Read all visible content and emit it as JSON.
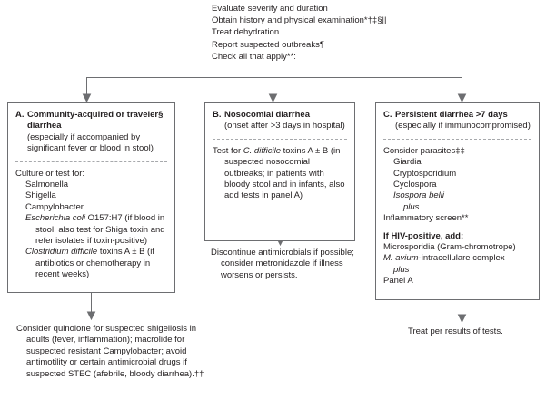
{
  "header": {
    "lines": [
      "Evaluate severity and duration",
      "Obtain history and physical examination*†‡§||",
      "Treat dehydration",
      "Report suspected outbreaks¶",
      "Check all that apply**:"
    ]
  },
  "panels": {
    "a": {
      "letter": "A.",
      "title": "Community-acquired or traveler§ diarrhea",
      "subtitle": "(especially if accompanied by significant fever or blood in stool)",
      "intro": "Culture or test for:",
      "items": [
        {
          "text": "Salmonella",
          "style": "plain"
        },
        {
          "text": "Shigella",
          "style": "plain"
        },
        {
          "text": "Campylobacter",
          "style": "plain"
        },
        {
          "text": "Escherichia coli",
          "style": "italic-lead",
          "rest": " O157:H7 (if blood in stool, also test for Shiga toxin and refer isolates if toxin-positive)"
        },
        {
          "text": "Clostridium difficile",
          "style": "italic-lead",
          "rest": " toxins A ± B (if antibiotics or chemotherapy in recent weeks)"
        }
      ]
    },
    "b": {
      "letter": "B.",
      "title": "Nosocomial diarrhea",
      "subtitle": "(onset after >3 days in hospital)",
      "body_lead": "Test for ",
      "body_italic": "C. difficile",
      "body_rest": " toxins A ± B (in suspected nosocomial outbreaks; in patients with bloody stool and in infants, also add tests in panel A)"
    },
    "c": {
      "letter": "C.",
      "title": "Persistent diarrhea >7 days",
      "subtitle": "(especially if immunocompromised)",
      "intro": "Consider parasites‡‡",
      "parasites": [
        {
          "text": "Giardia",
          "style": "plain"
        },
        {
          "text": "Cryptosporidium",
          "style": "plain"
        },
        {
          "text": "Cyclospora",
          "style": "plain"
        },
        {
          "text": "Isospora belli",
          "style": "italic"
        }
      ],
      "plus1": "plus",
      "inflammatory": "Inflammatory screen**",
      "hiv_heading": "If HIV-positive, add:",
      "hiv_items": [
        {
          "text": "Microsporidia (Gram-chromotrope)",
          "style": "plain"
        },
        {
          "text": "M. avium",
          "style": "italic-lead",
          "rest": "-intracellulare complex"
        }
      ],
      "plus2": "plus",
      "panel_ref": "Panel A"
    }
  },
  "outcomes": {
    "a": "Consider quinolone for suspected shigellosis in adults (fever, inflammation); macrolide for suspected resistant Campylobacter; avoid antimotility or certain antimicrobial drugs if suspected STEC (afebrile, bloody diarrhea).††",
    "b": "Discontinue antimicrobials if possible; consider metronidazole if illness worsens or persists.",
    "c": "Treat per results of tests."
  },
  "colors": {
    "line": "#6d6e71",
    "divider": "#a7a9ac",
    "text": "#231f20",
    "background": "#ffffff"
  }
}
